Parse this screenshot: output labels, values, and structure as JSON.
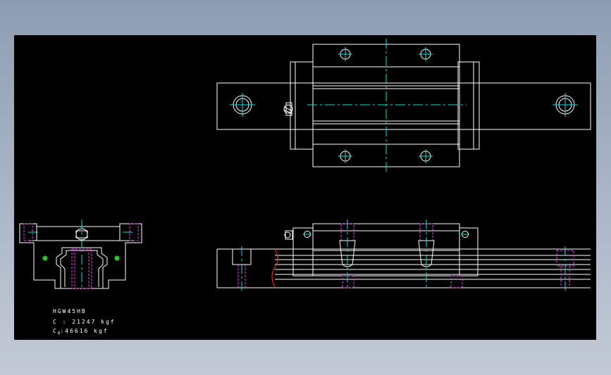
{
  "colors": {
    "background_top": "#8f9db3",
    "background_bottom": "#c3cad6",
    "viewport": "#000000",
    "outline": "#ffffff",
    "center_lines": "#00e6e6",
    "hidden_lines": "#ff33ff",
    "section_break": "#ff3030",
    "grease_points": "#22cc22"
  },
  "drawing": {
    "views": [
      "top-view",
      "front-section-view",
      "side-view"
    ],
    "spec_block": {
      "model": "HGW45HB",
      "dynamic_load_prefix": "C : ",
      "dynamic_load": "21247 kgf",
      "static_load_prefix": "C",
      "static_load_subscript": "0",
      "static_load_separator": ":",
      "static_load": "46616 kgf"
    }
  }
}
